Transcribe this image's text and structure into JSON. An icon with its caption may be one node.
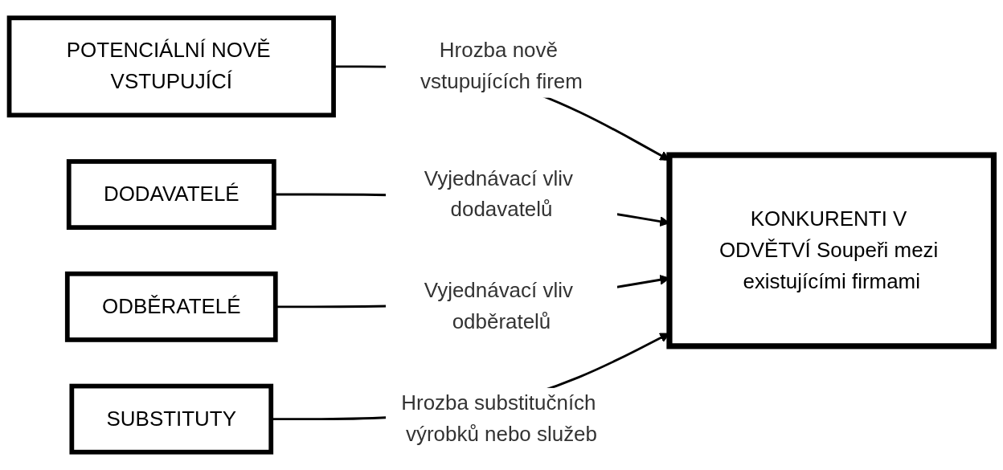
{
  "diagram": {
    "nodes": [
      {
        "text": [
          "POTENCIÁLNÍ NOVĚ VSTUPUJÍCÍ"
        ]
      },
      {
        "text": [
          "DODAVATELÉ"
        ]
      },
      {
        "text": [
          "KONKURENTI V ODVĚTVÍ Soupeři mezi existujícími firmami"
        ]
      },
      {
        "text": [
          "ODBĚRATELÉ"
        ]
      },
      {
        "text": [
          "SUBSTITUTY"
        ]
      }
    ],
    "edges": [
      {
        "from": 0,
        "to": 2,
        "arrow": "to",
        "label": "Hrozba nově vstupujících firem"
      },
      {
        "from": 1,
        "to": 2,
        "arrow": "to",
        "label": "Vyjednávací vliv dodavatelů"
      },
      {
        "from": 3,
        "to": 2,
        "arrow": "to",
        "label": "Vyjednávací vliv odběratelů"
      },
      {
        "from": 4,
        "to": 2,
        "arrow": "to",
        "label": "Hrozba substitučních výrobků nebo služeb"
      }
    ]
  }
}
